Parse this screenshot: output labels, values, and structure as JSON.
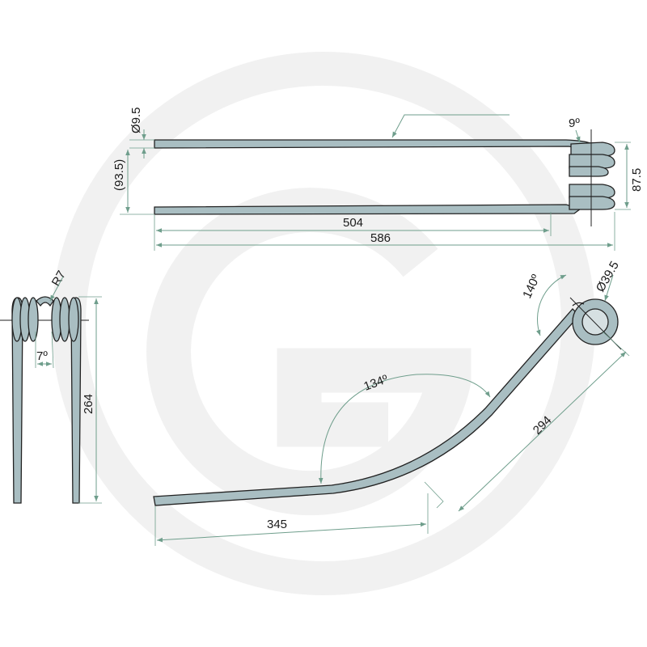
{
  "colors": {
    "background": "#ffffff",
    "watermark": "#ececec",
    "tine_fill": "#a9bec2",
    "outline": "#222222",
    "dimension_line": "#6f9e8c"
  },
  "top_view": {
    "wire_diameter": "Ø9.5",
    "gap": "(93.5)",
    "coil_angle": "9º",
    "coil_width": "87.5",
    "inner_length": "504",
    "overall_length": "586"
  },
  "side_view": {
    "bend_radius": "R7",
    "leg_angle": "7º",
    "height": "264"
  },
  "profile_view": {
    "coil_angle": "140º",
    "coil_diameter": "Ø39.5",
    "bend_angle": "134º",
    "arm_length": "294",
    "straight_length": "345"
  }
}
